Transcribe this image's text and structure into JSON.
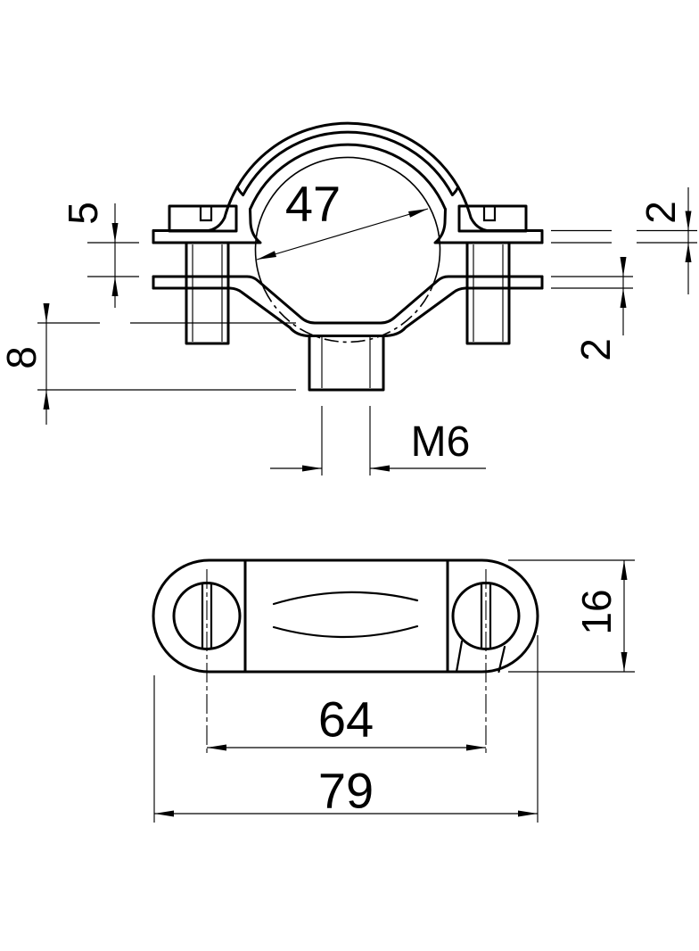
{
  "drawing": {
    "background": "#ffffff",
    "line_color": "#000000",
    "front_view": {
      "dims": {
        "diameter": "47",
        "flange_gap": "5",
        "stud_length": "8",
        "upper_flange_thickness": "2",
        "lower_flange_thickness": "2",
        "thread": "M6"
      }
    },
    "plan_view": {
      "dims": {
        "width": "16",
        "hole_spacing": "64",
        "overall_length": "79"
      }
    }
  }
}
